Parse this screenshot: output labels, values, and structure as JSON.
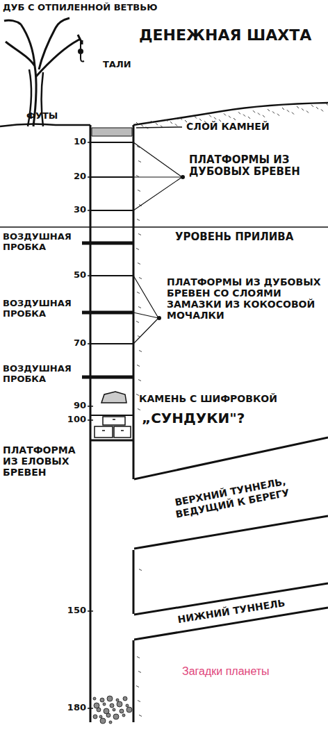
{
  "diagram": {
    "title": "ДЕНЕЖНАЯ ШАХТА",
    "nodes": [
      {
        "text": [
          "ВЕРХНИЙ ТУННЕЛЬ, ВЕДУЩИЙ К БЕРЕГУ"
        ]
      },
      {
        "text": [
          "НИЖНИЙ ТУННЕЛЬ"
        ]
      }
    ],
    "labels": [
      "ДУБ С ОТПИЛЕННОЙ ВЕТВЬЮ",
      "ТАЛИ",
      "ФУТЫ",
      "10",
      "СЛОЙ КАМНЕЙ",
      "ПЛАТФОРМЫ ИЗ ДУБОВЫХ БРЕВЕН",
      "20",
      "30",
      "УРОВЕНЬ ПРИЛИВА",
      "ВОЗДУШНАЯ ПРОБКА",
      "50",
      "ПЛАТФОРМЫ ИЗ ДУБОВЫХ БРЕВЕН СО СЛОЯМИ ЗАМАЗКИ ИЗ КОКОСОВОЙ МОЧАЛКИ",
      "ВОЗДУШНАЯ ПРОБКА",
      "70",
      "ВОЗДУШНАЯ ПРОБКА",
      "90",
      "КАМЕНЬ С ШИФРОВКОЙ",
      "100",
      "„СУНДУКИ\"?",
      "ПЛАТФОРМА ИЗ ЕЛОВЫХ БРЕВЕН",
      "150",
      "Загадки планеты",
      "180"
    ]
  }
}
